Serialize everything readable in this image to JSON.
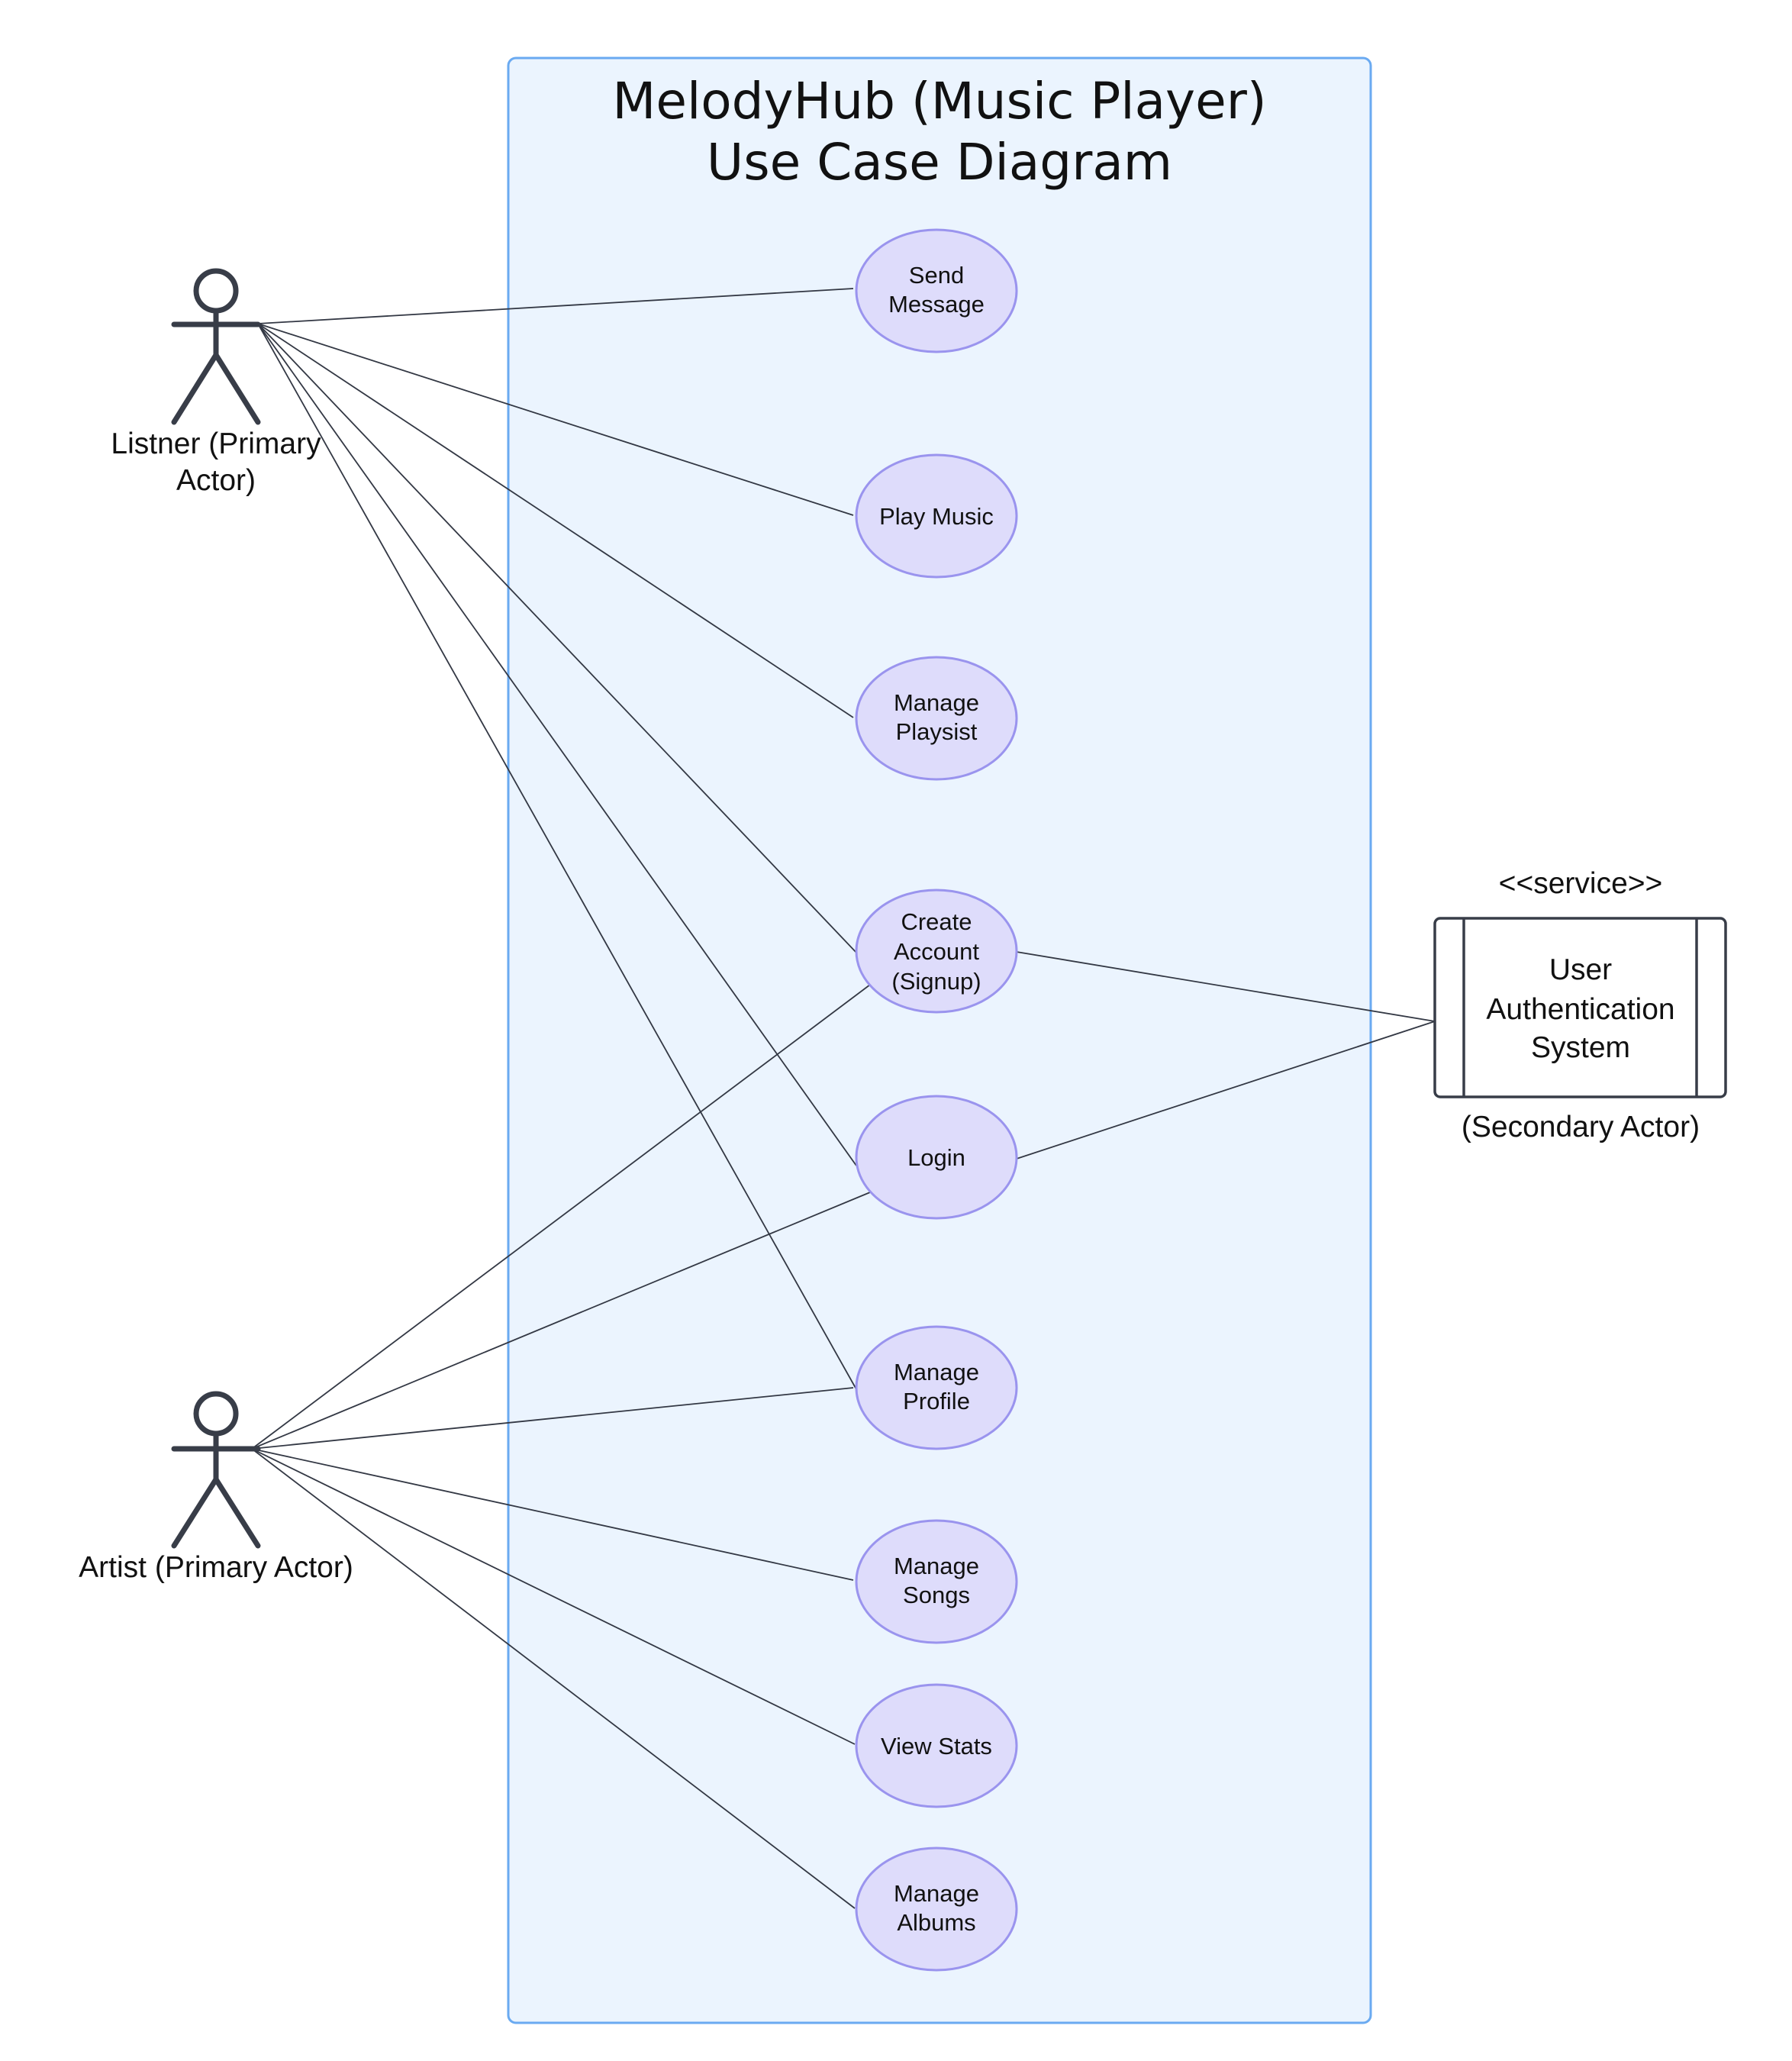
{
  "system": {
    "title_line1": "MelodyHub (Music Player)",
    "title_line2": "Use Case Diagram"
  },
  "actors": {
    "listener": {
      "line1": "Listner (Primary",
      "line2": "Actor)"
    },
    "artist": {
      "label": "Artist (Primary Actor)"
    },
    "auth": {
      "stereotype": "<<service>>",
      "line1": "User",
      "line2": "Authentication",
      "line3": "System",
      "caption": "(Secondary Actor)"
    }
  },
  "use_cases": {
    "send_message": {
      "line1": "Send",
      "line2": "Message"
    },
    "play_music": {
      "line1": "Play Music"
    },
    "manage_playlist": {
      "line1": "Manage",
      "line2": "Playsist"
    },
    "create_account": {
      "line1": "Create",
      "line2": "Account",
      "line3": "(Signup)"
    },
    "login": {
      "line1": "Login"
    },
    "manage_profile": {
      "line1": "Manage",
      "line2": "Profile"
    },
    "manage_songs": {
      "line1": "Manage",
      "line2": "Songs"
    },
    "view_stats": {
      "line1": "View Stats"
    },
    "manage_albums": {
      "line1": "Manage",
      "line2": "Albums"
    }
  },
  "associations": [
    [
      "listener",
      "send_message"
    ],
    [
      "listener",
      "play_music"
    ],
    [
      "listener",
      "manage_playlist"
    ],
    [
      "listener",
      "create_account"
    ],
    [
      "listener",
      "login"
    ],
    [
      "listener",
      "manage_profile"
    ],
    [
      "artist",
      "create_account"
    ],
    [
      "artist",
      "login"
    ],
    [
      "artist",
      "manage_profile"
    ],
    [
      "artist",
      "manage_songs"
    ],
    [
      "artist",
      "view_stats"
    ],
    [
      "artist",
      "manage_albums"
    ],
    [
      "auth",
      "create_account"
    ],
    [
      "auth",
      "login"
    ]
  ],
  "colors": {
    "system_fill": "#ebf4fe",
    "system_border": "#6aaaf1",
    "use_case_fill": "#dedcfb",
    "use_case_border": "#9a94ee",
    "actor_stroke": "#383d48"
  }
}
